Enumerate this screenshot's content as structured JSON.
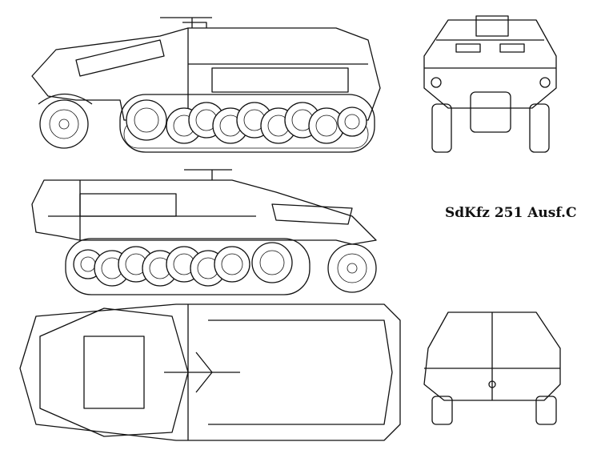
{
  "drawing": {
    "title": "SdKfz 251 Ausf.C",
    "views": [
      "side-left",
      "front",
      "side-right",
      "top",
      "rear"
    ]
  }
}
